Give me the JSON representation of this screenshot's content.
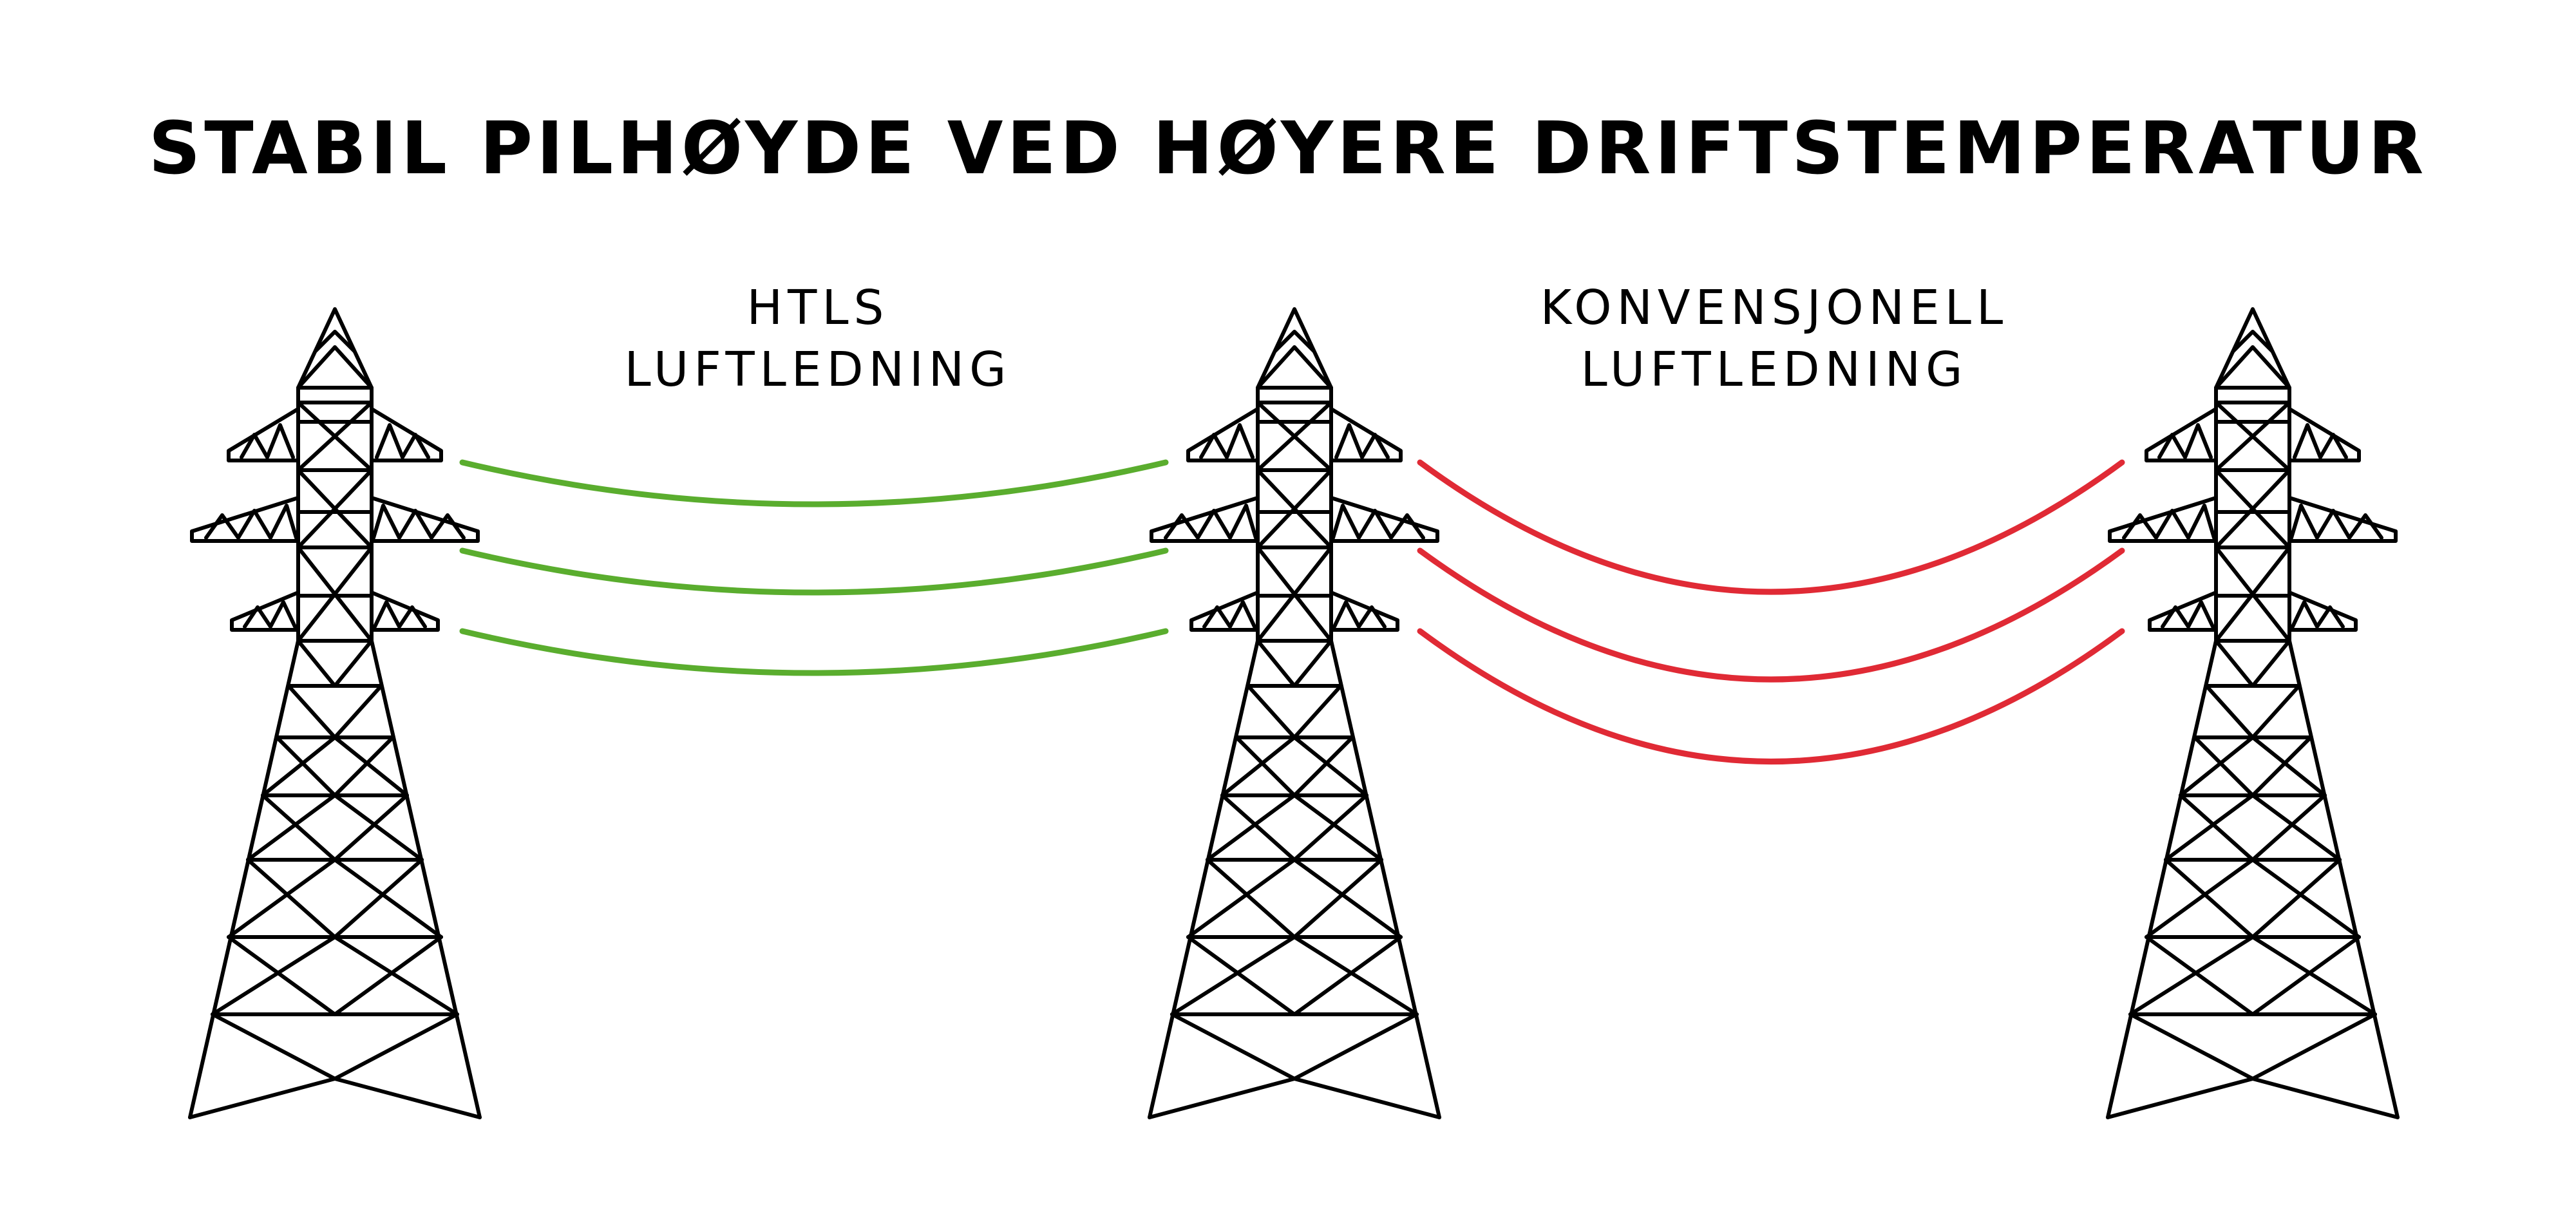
{
  "title": "STABIL PILHØYDE VED HØYERE DRIFTSTEMPERATUR",
  "labels": {
    "htls": {
      "line1": "HTLS",
      "line2": "LUFTLEDNING"
    },
    "conventional": {
      "line1": "KONVENSJONELL",
      "line2": "LUFTLEDNING"
    }
  },
  "colors": {
    "htls_conductor": "#5aad2e",
    "conventional_conductor": "#e02a35",
    "tower": "#000000"
  },
  "icons": [
    "transmission-tower-icon"
  ]
}
